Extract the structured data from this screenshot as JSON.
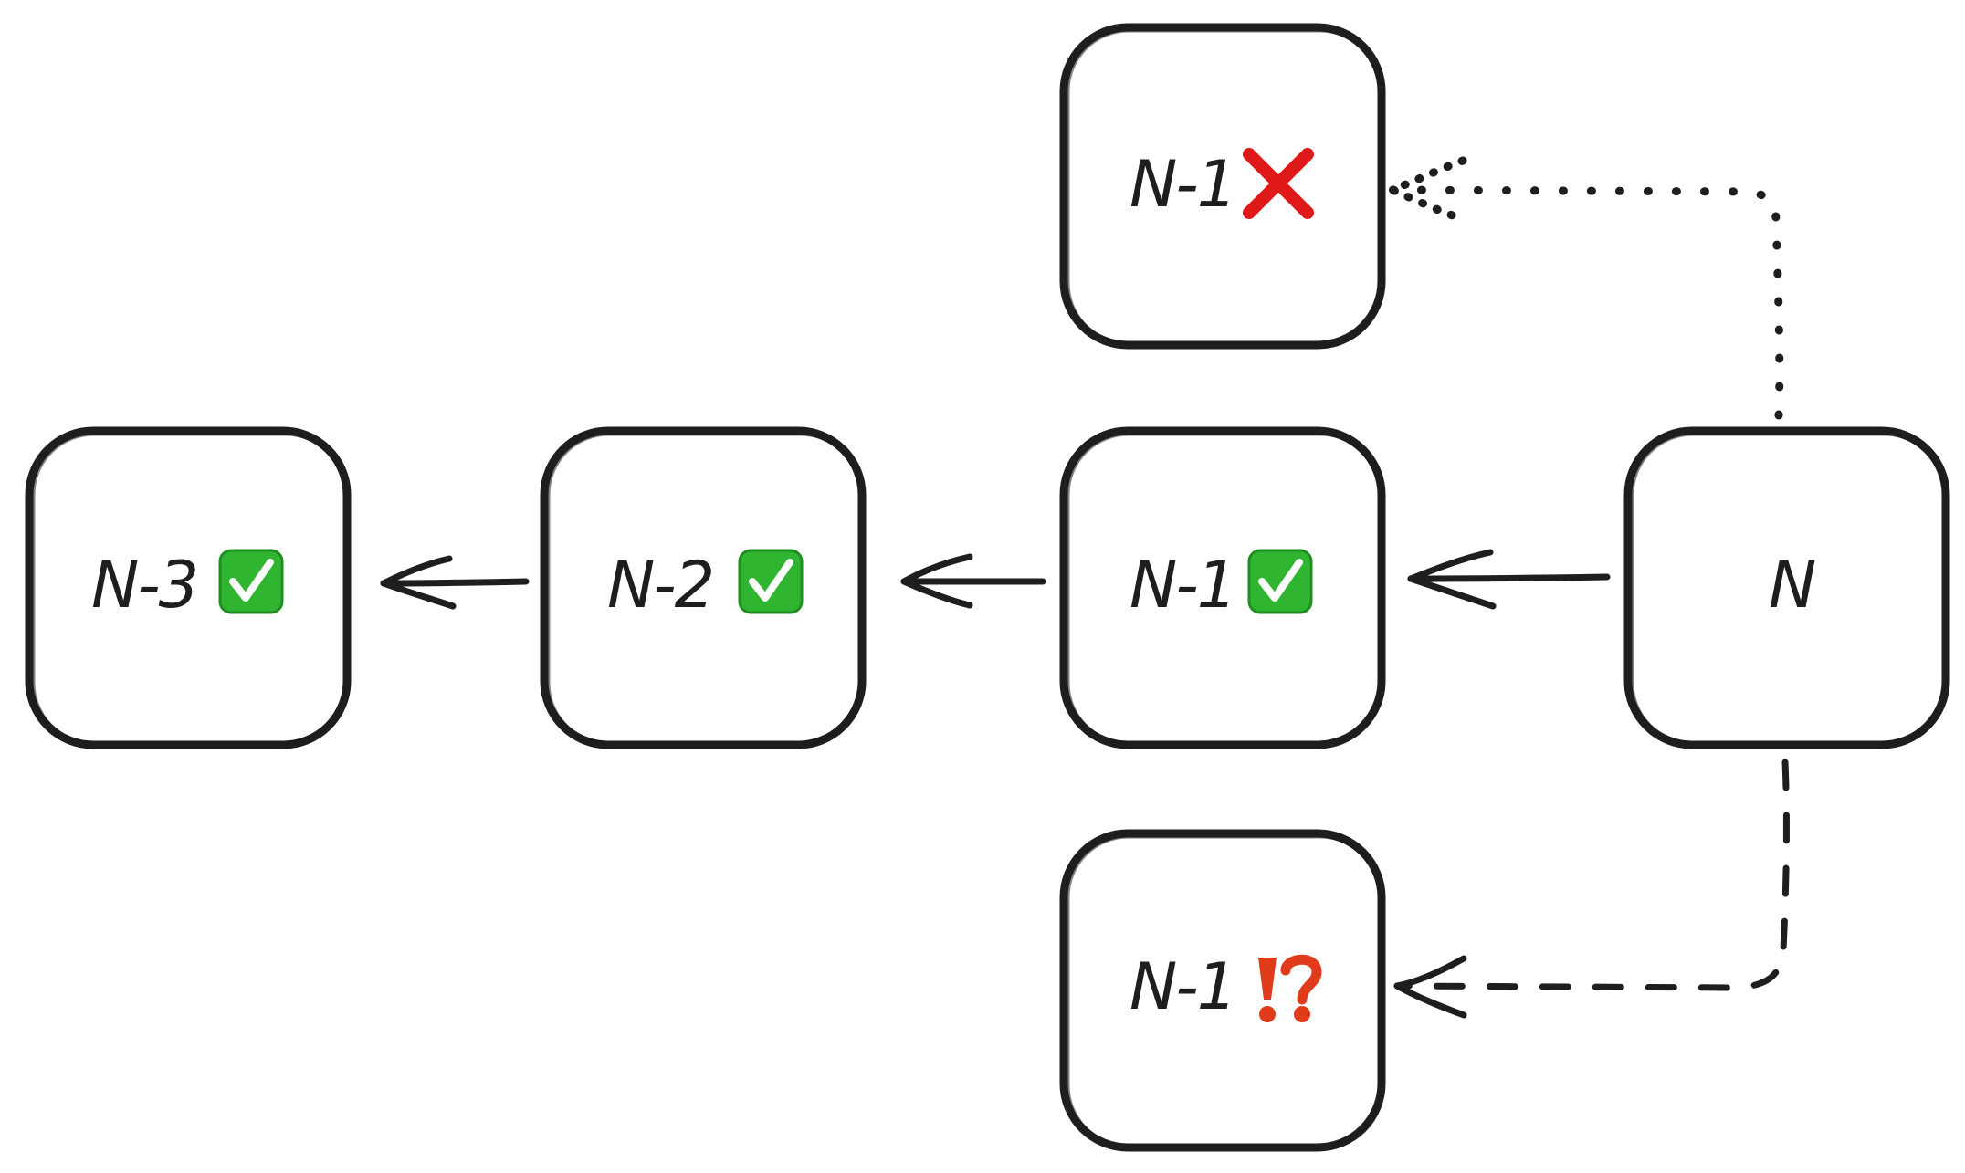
{
  "nodes": [
    {
      "id": "n_minus_3",
      "label": "N-3",
      "status": "valid",
      "status_icon": "green-check-icon"
    },
    {
      "id": "n_minus_2",
      "label": "N-2",
      "status": "valid",
      "status_icon": "green-check-icon"
    },
    {
      "id": "n_minus_1_valid",
      "label": "N-1",
      "status": "valid",
      "status_icon": "green-check-icon"
    },
    {
      "id": "n",
      "label": "N",
      "status": "none",
      "status_icon": ""
    },
    {
      "id": "n_minus_1_rejected",
      "label": "N-1",
      "status": "rejected",
      "status_icon": "red-cross-icon"
    },
    {
      "id": "n_minus_1_conflict",
      "label": "N-1",
      "status": "conflict",
      "status_icon": "exclamation-question-icon"
    }
  ],
  "edges": [
    {
      "from": "n",
      "to": "n_minus_1_valid",
      "style": "solid"
    },
    {
      "from": "n_minus_1_valid",
      "to": "n_minus_2",
      "style": "solid"
    },
    {
      "from": "n_minus_2",
      "to": "n_minus_3",
      "style": "solid"
    },
    {
      "from": "n",
      "to": "n_minus_1_rejected",
      "style": "dotted"
    },
    {
      "from": "n",
      "to": "n_minus_1_conflict",
      "style": "dashed"
    }
  ],
  "colors": {
    "stroke": "#1e1e1e",
    "check_green": "#2fb52f",
    "check_green_dark": "#1f8f1f",
    "cross_red": "#e01919",
    "exclaim_orange": "#e03c1c"
  }
}
